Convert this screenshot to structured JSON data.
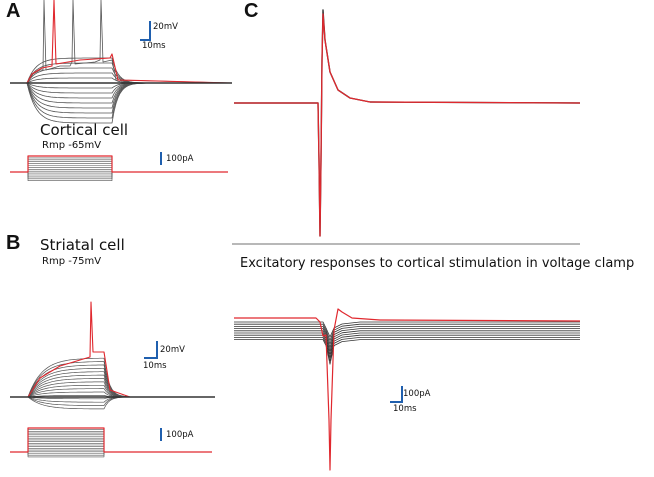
{
  "panels": {
    "a": {
      "letter": "A",
      "title": "Cortical cell",
      "rmp": "Rmp -65mV",
      "scale_voltage": "20mV",
      "scale_time": "10ms",
      "scale_current": "100pA"
    },
    "b": {
      "letter": "B",
      "title": "Striatal cell",
      "rmp": "Rmp -75mV",
      "scale_voltage": "20mV",
      "scale_time": "10ms",
      "scale_current": "100pA"
    },
    "c": {
      "letter": "C",
      "caption": "Excitatory responses to cortical stimulation in voltage clamp",
      "scale_current": "100pA",
      "scale_time": "10ms"
    }
  },
  "colors": {
    "trace_black": "#333333",
    "trace_gray": "#555555",
    "trace_red": "#e0282e",
    "scale_blue": "#1f5fae",
    "separator": "#b8b8b8"
  }
}
